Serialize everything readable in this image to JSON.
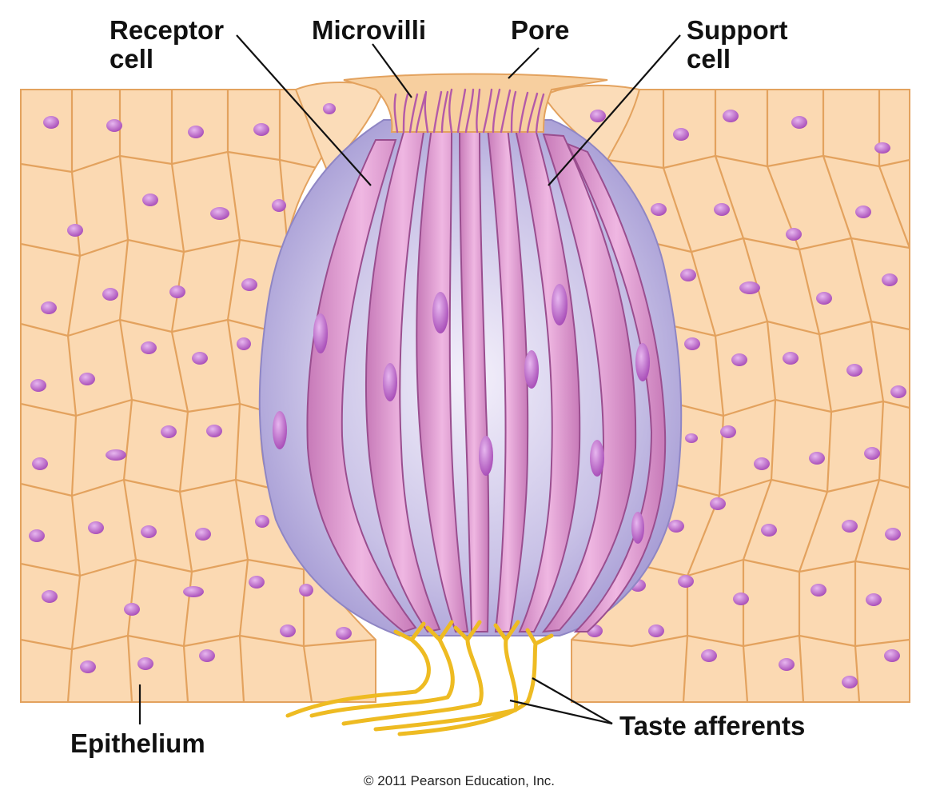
{
  "labels": {
    "receptor_line1": "Receptor",
    "receptor_line2": "cell",
    "microvilli": "Microvilli",
    "pore": "Pore",
    "support_line1": "Support",
    "support_line2": "cell",
    "epithelium": "Epithelium",
    "taste_afferents": "Taste afferents"
  },
  "copyright": "© 2011 Pearson Education, Inc.",
  "colors": {
    "epithelial_cell": "#fbd9b2",
    "epithelial_border": "#e3a25e",
    "cell_nucleus": "#b65ec0",
    "taste_bud_body": "#cfc9ea",
    "receptor_cell": "#d990c8",
    "nerve_fiber": "#f1c22b",
    "label_text": "#111111"
  }
}
